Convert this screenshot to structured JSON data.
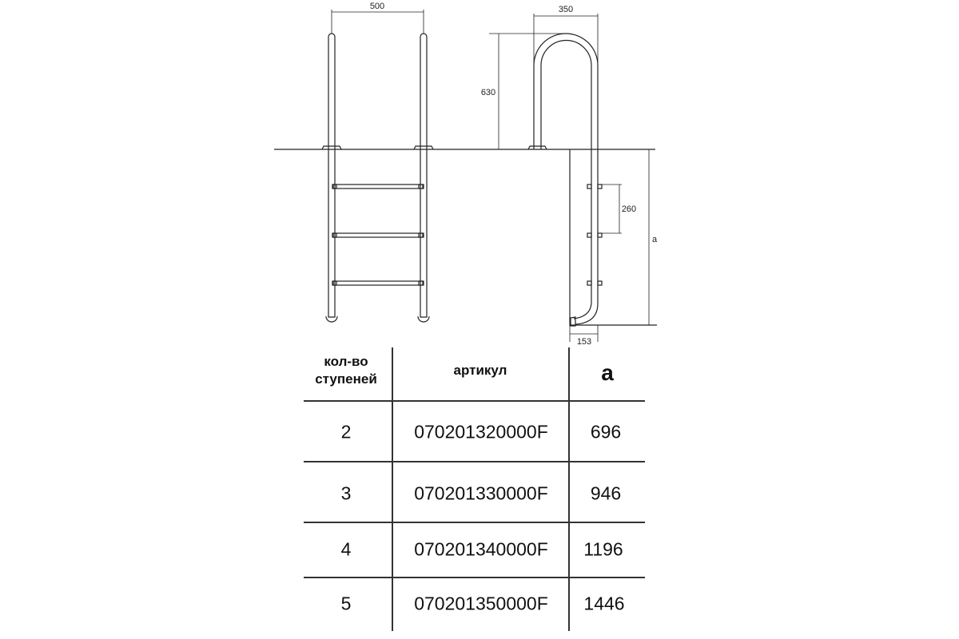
{
  "drawing": {
    "front_width": "500",
    "side_width": "350",
    "handrail_height": "630",
    "step_spacing": "260",
    "depth_label": "a",
    "bottom_offset": "153"
  },
  "table": {
    "headers": [
      "кол-во ступеней",
      "артикул",
      "a"
    ],
    "header_lines": [
      "кол-во",
      "ступеней"
    ],
    "rows": [
      {
        "steps": "2",
        "article": "070201320000F",
        "a": "696"
      },
      {
        "steps": "3",
        "article": "070201330000F",
        "a": "946"
      },
      {
        "steps": "4",
        "article": "070201340000F",
        "a": "1196"
      },
      {
        "steps": "5",
        "article": "070201350000F",
        "a": "1446"
      }
    ]
  }
}
